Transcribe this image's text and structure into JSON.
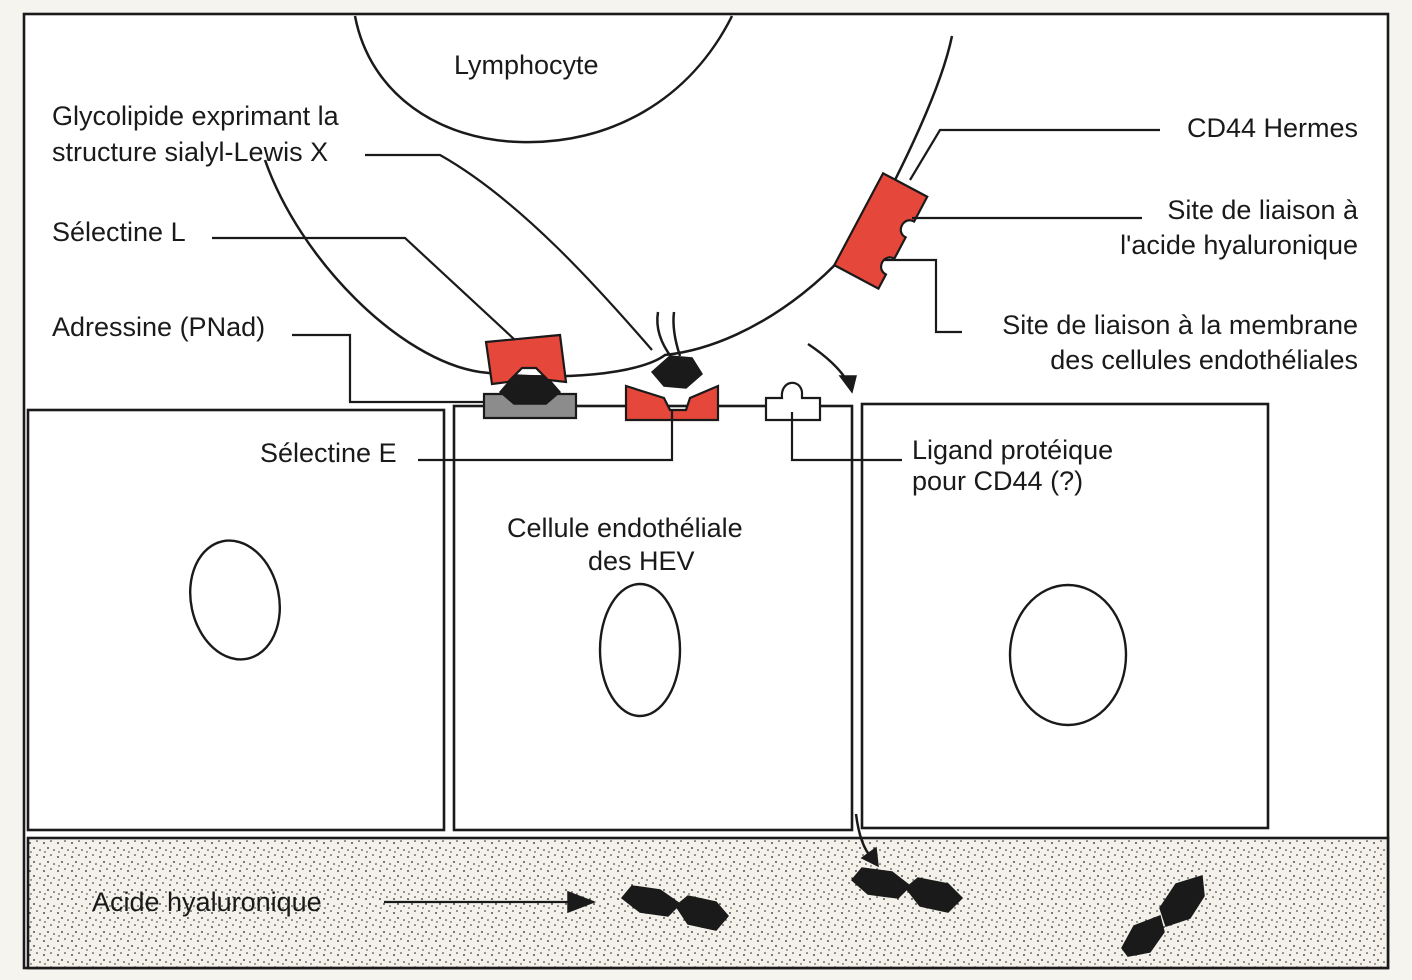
{
  "labels": {
    "lymphocyte": "Lymphocyte",
    "glycolipide_line1": "Glycolipide exprimant la",
    "glycolipide_line2": "structure sialyl-Lewis X",
    "selectine_l": "Sélectine L",
    "adressine": "Adressine (PNad)",
    "selectine_e": "Sélectine E",
    "cd44": "CD44 Hermes",
    "site_ha_line1": "Site de liaison à",
    "site_ha_line2": "l'acide hyaluronique",
    "site_membrane_line1": "Site de liaison à la membrane",
    "site_membrane_line2": "des cellules endothéliales",
    "ligand_line1": "Ligand protéique",
    "ligand_line2": "pour CD44 (?)",
    "cellule_line1": "Cellule endothéliale",
    "cellule_line2": "des HEV",
    "acide": "Acide hyaluronique"
  },
  "colors": {
    "receptor_red": "#e5473a",
    "adressine_grey": "#8c8c8c",
    "ligand_black": "#1a1a1a"
  }
}
